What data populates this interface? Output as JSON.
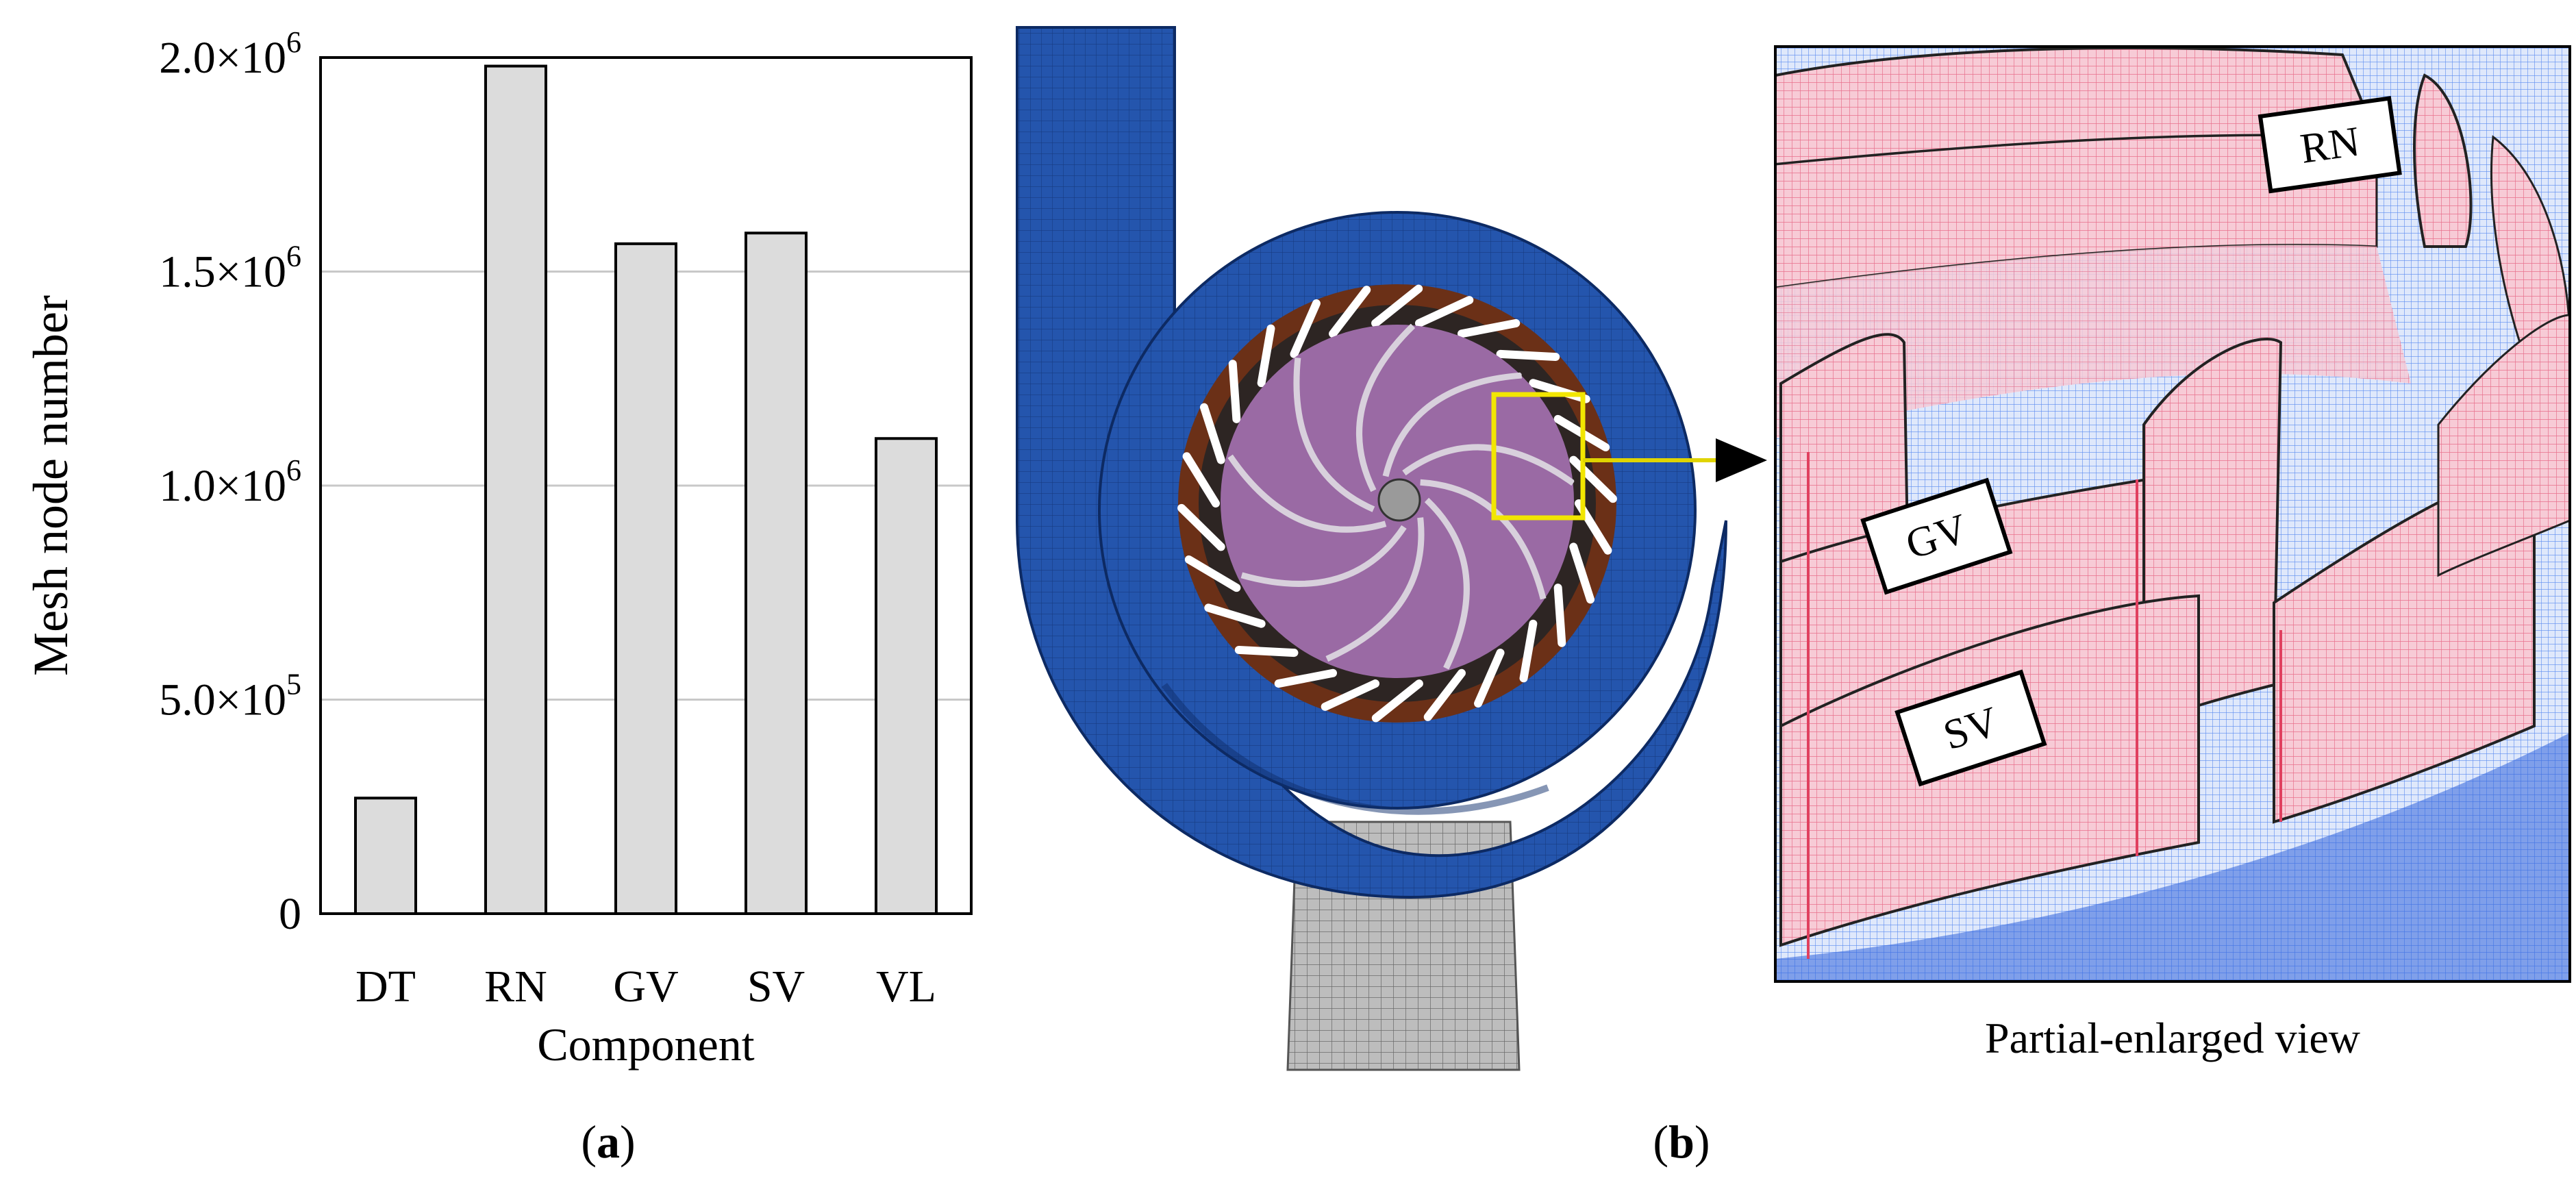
{
  "chart_data": {
    "type": "bar",
    "categories": [
      "DT",
      "RN",
      "GV",
      "SV",
      "VL"
    ],
    "values": [
      270000,
      1980000,
      1565000,
      1590000,
      1110000
    ],
    "ylim": [
      0,
      2000000
    ],
    "grid": true,
    "xlabel": "Component",
    "ylabel": "Mesh node number",
    "yticks": [
      {
        "value": 0,
        "mantissa": "0",
        "exp": ""
      },
      {
        "value": 500000,
        "mantissa": "5.0×10",
        "exp": "5"
      },
      {
        "value": 1000000,
        "mantissa": "1.0×10",
        "exp": "6"
      },
      {
        "value": 1500000,
        "mantissa": "1.5×10",
        "exp": "6"
      },
      {
        "value": 2000000,
        "mantissa": "2.0×10",
        "exp": "6"
      }
    ]
  },
  "panel_a": {
    "open": "(",
    "letter": "a",
    "close": ")"
  },
  "panel_b": {
    "open": "(",
    "letter": "b",
    "close": ")"
  },
  "zoom": {
    "caption": "Partial-enlarged view",
    "labels": [
      "RN",
      "GV",
      "SV"
    ]
  },
  "colors": {
    "bar_fill": "#dcdcdc",
    "volute_blue": "#1f4fa3",
    "mesh_pink": "#f6c6d2",
    "mesh_red": "#e0405f",
    "mesh_blue": "#3f74e8",
    "impeller_purple": "#b07ab8",
    "guide_brown": "#7a3a1c",
    "highlight_yellow": "#f2e600"
  }
}
